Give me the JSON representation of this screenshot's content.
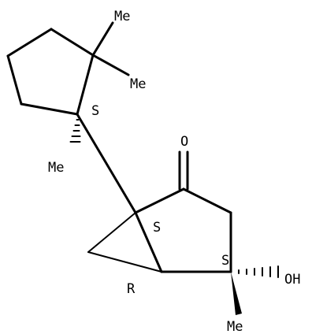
{
  "labels": {
    "me_top": "Me",
    "me_right": "Me",
    "me_left": "Me",
    "me_bottom": "Me",
    "stereo_quaternary": "S",
    "stereo_bridgehead_top": "S",
    "stereo_bridgehead_bottom": "R",
    "stereo_carbinol": "S",
    "oxygen_carbonyl": "O",
    "hydroxyl": "OH"
  },
  "colors": {
    "ink": "#000000",
    "background": "#ffffff"
  }
}
